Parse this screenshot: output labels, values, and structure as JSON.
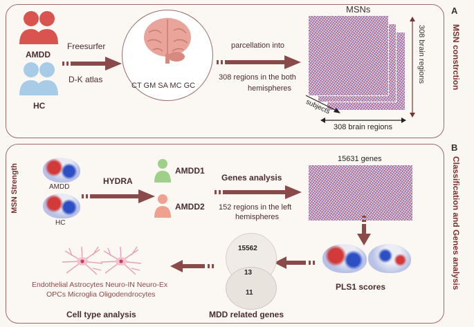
{
  "panel_a": {
    "letter": "A",
    "side_title": "MSN constrction",
    "group1": "AMDD",
    "group2": "HC",
    "tool": "Freesurfer",
    "atlas": "D-K atlas",
    "measures": "CT GM SA MC GC",
    "parcellation_line1": "parcellation into",
    "parcellation_line2": "308 regions in the both",
    "parcellation_line3": "hemispheres",
    "matrix_title": "MSNs",
    "axis_vertical": "308 brain regions",
    "axis_horizontal": "308 brain regions",
    "subjects": "subjects"
  },
  "panel_b": {
    "letter": "B",
    "side_title": "Classification and Genes analysis",
    "left_title": "MSN Strength",
    "brain1_label": "AMDD",
    "brain2_label": "HC",
    "method": "HYDRA",
    "subtype1": "AMDD1",
    "subtype2": "AMDD2",
    "genes_analysis": "Genes analysis",
    "genes_line2": "152 regions in the left",
    "genes_line3": "hemispheres",
    "genes_count": "15631 genes",
    "pls_label": "PLS1 scores",
    "venn_top": "15562",
    "venn_overlap": "13",
    "venn_bottom": "11",
    "venn_label": "MDD related genes",
    "cells_line1": "Endothelial Astrocytes Neuro-IN Neuro-Ex",
    "cells_line2": "OPCs Microglia Oligodendrocytes",
    "cell_label": "Cell type analysis"
  },
  "colors": {
    "accent": "#7b3232",
    "amdd": "#d9534f",
    "hc": "#a8cce8",
    "amdd1": "#9fd08a",
    "amdd2": "#f0a090"
  }
}
